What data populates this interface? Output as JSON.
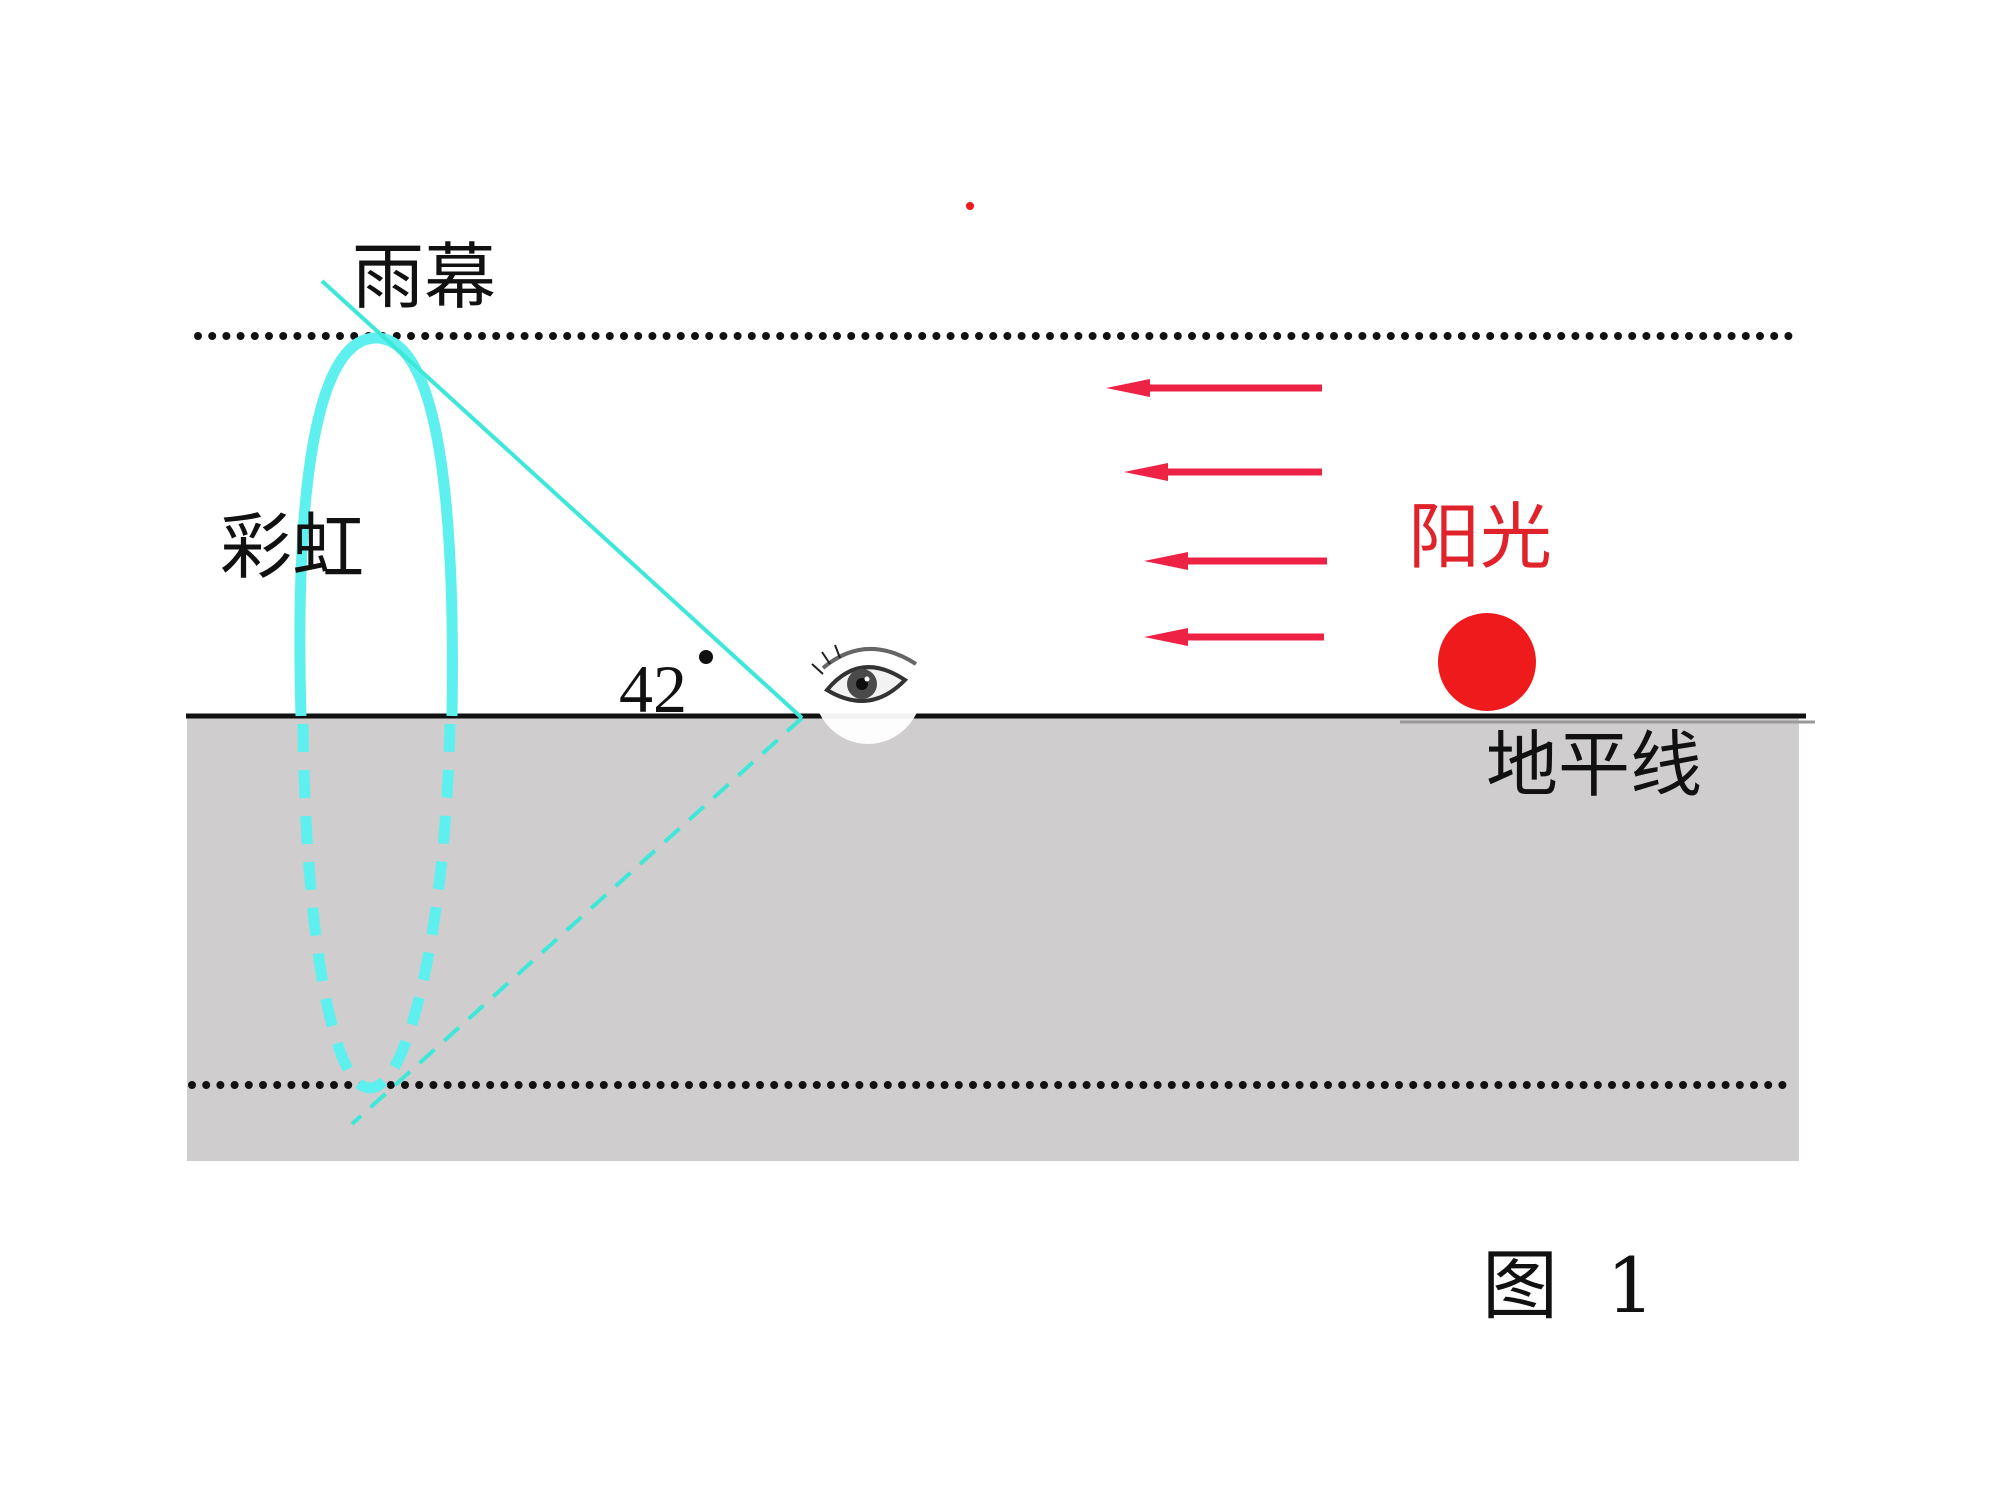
{
  "labels": {
    "rain_curtain": "雨幕",
    "rainbow": "彩虹",
    "sunlight": "阳光",
    "horizon": "地平线",
    "angle": "42",
    "figure": "图  1"
  },
  "colors": {
    "rainbow": "#5ef0ee",
    "sight_line": "#3ee8d8",
    "sun": "#ee1a1c",
    "arrows": "#ee2244",
    "ground": "#cfcdce",
    "sunlight_text": "#e0232b",
    "text": "#111111"
  },
  "icons": {
    "observer": "eye-icon",
    "sun": "sun-icon",
    "sun_rays": "arrow-left-icon"
  }
}
